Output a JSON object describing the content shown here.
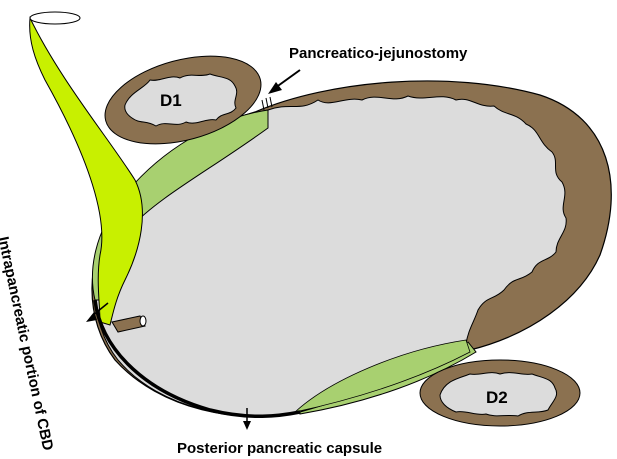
{
  "labels": {
    "pancreatico_jejunostomy": "Pancreatico-jejunostomy",
    "posterior_pancreatic_capsule": "Posterior pancreatic capsule",
    "intrapancreatic_cbd": "Intrapancreatic portion of CBD",
    "d1": "D1",
    "d2": "D2"
  },
  "colors": {
    "bowel_wall": "#8b7150",
    "lumen": "#dcdcdc",
    "pancreas": "#a8d070",
    "bile_duct": "#c8f000",
    "outline": "#000000"
  }
}
